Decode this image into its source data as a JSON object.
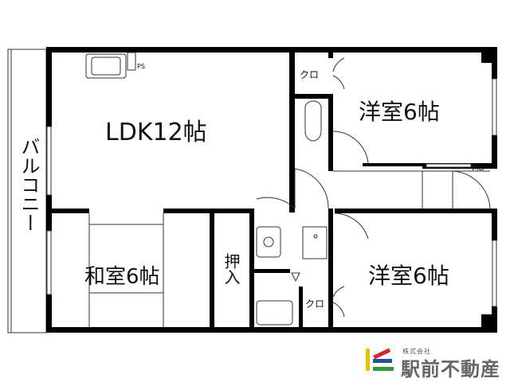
{
  "rooms": {
    "ldk": "LDK12帖",
    "western_room_1": "洋室6帖",
    "western_room_2": "洋室6帖",
    "japanese_room": "和室6帖",
    "oshiire": "押入",
    "closet_1": "クロ",
    "closet_2": "クロ",
    "balcony": "バルコニー",
    "ps": "PS",
    "mb": "MB"
  },
  "logo": {
    "company_type": "株式会社",
    "company_name": "駅前不動産",
    "colors": [
      "#e8c400",
      "#d62828",
      "#1f4fa8",
      "#2a9d3a"
    ]
  }
}
